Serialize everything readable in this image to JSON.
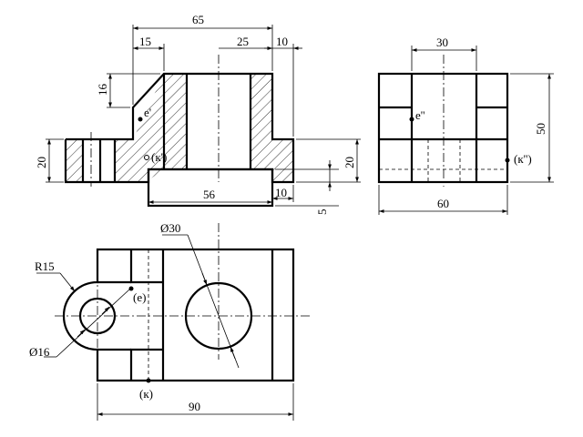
{
  "front_view": {
    "dims": {
      "d65": "65",
      "d15": "15",
      "d25": "25",
      "d10_top": "10",
      "d16": "16",
      "d20_left": "20",
      "d20_right": "20",
      "d56": "56",
      "d10_bottom": "10",
      "d5": "5"
    },
    "labels": {
      "e_prime": "e'",
      "k_prime": "(к')"
    }
  },
  "side_view": {
    "dims": {
      "d30": "30",
      "d50": "50",
      "d60": "60"
    },
    "labels": {
      "e_double": "e''",
      "k_double": "(к'')"
    }
  },
  "top_view": {
    "dims": {
      "d90": "90",
      "o30": "Ø30",
      "r15": "R15",
      "o16": "Ø16"
    },
    "labels": {
      "e": "(e)",
      "k": "(к)"
    }
  }
}
